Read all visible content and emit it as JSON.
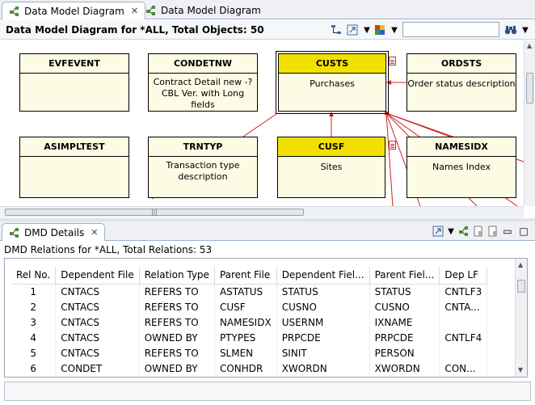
{
  "editor_tabs": [
    {
      "label": "Data Model Diagram",
      "active": true
    },
    {
      "label": "Data Model Diagram",
      "active": false
    }
  ],
  "diagram": {
    "title": "Data Model Diagram for *ALL, Total Objects: 50",
    "search": {
      "value": "",
      "placeholder": ""
    },
    "entities": [
      {
        "name": "EVFEVENT",
        "desc": ""
      },
      {
        "name": "CONDETNW",
        "desc": "Contract Detail new -?",
        "desc2": "CBL Ver. with Long fields"
      },
      {
        "name": "CUSTS",
        "desc": "Purchases",
        "selected": true
      },
      {
        "name": "ORDSTS",
        "desc": "Order status description"
      },
      {
        "name": "ASIMPLTEST",
        "desc": ""
      },
      {
        "name": "TRNTYP",
        "desc": "Transaction type",
        "desc2": "description"
      },
      {
        "name": "CUSF",
        "desc": "Sites",
        "selected": true
      },
      {
        "name": "NAMESIDX",
        "desc": "Names Index"
      }
    ]
  },
  "details": {
    "tab_label": "DMD Details",
    "subtitle": "DMD Relations for *ALL, Total Relations: 53",
    "columns": [
      "Rel No.",
      "Dependent File",
      "Relation Type",
      "Parent File",
      "Dependent Fiel...",
      "Parent Fiel...",
      "Dep LF"
    ],
    "rows": [
      [
        "1",
        "CNTACS",
        "REFERS TO",
        "ASTATUS",
        "STATUS",
        "STATUS",
        "CNTLF3"
      ],
      [
        "2",
        "CNTACS",
        "REFERS TO",
        "CUSF",
        "CUSNO",
        "CUSNO",
        "CNTA..."
      ],
      [
        "3",
        "CNTACS",
        "REFERS TO",
        "NAMESIDX",
        "USERNM",
        "IXNAME",
        ""
      ],
      [
        "4",
        "CNTACS",
        "OWNED BY",
        "PTYPES",
        "PRPCDE",
        "PRPCDE",
        "CNTLF4"
      ],
      [
        "5",
        "CNTACS",
        "REFERS TO",
        "SLMEN",
        "SINIT",
        "PERSON",
        ""
      ],
      [
        "6",
        "CONDET",
        "OWNED BY",
        "CONHDR",
        "XWORDN",
        "XWORDN",
        "CON..."
      ]
    ]
  },
  "colors": {
    "selected_header": "#f2e100",
    "entity_bg": "#fdfbe4",
    "relation_line": "#d02020"
  }
}
